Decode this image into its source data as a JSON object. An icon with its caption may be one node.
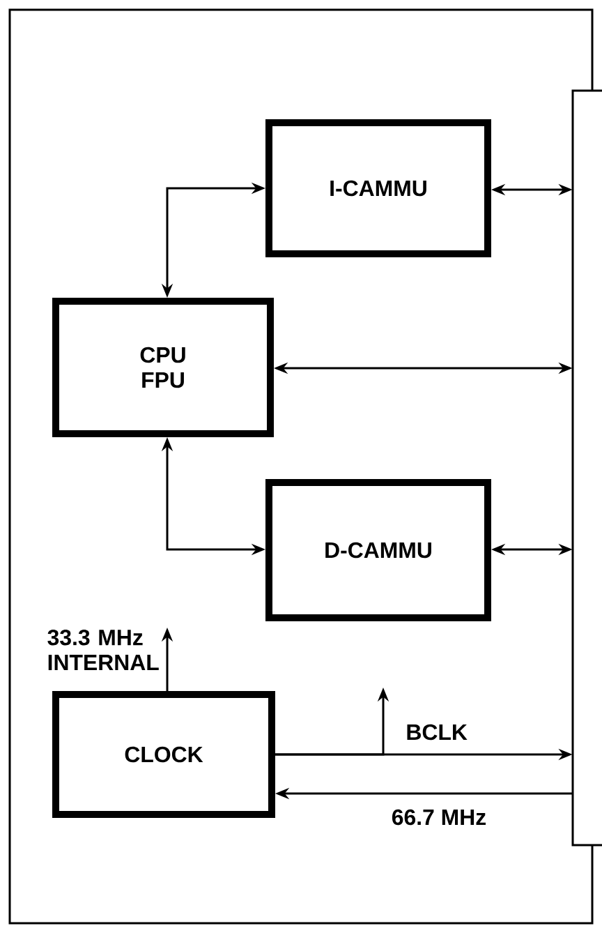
{
  "diagram": {
    "nodes": [
      {
        "text": [
          "I-CAMMU"
        ]
      },
      {
        "text": [
          "CPU FPU"
        ]
      },
      {
        "text": [
          "D-CAMMU"
        ]
      },
      {
        "text": [
          "CLOCK"
        ]
      },
      {
        "text": [],
        "shape": "bar"
      }
    ],
    "edges": [
      {
        "from": 1,
        "to": 0,
        "arrow": "both"
      },
      {
        "from": 0,
        "to": 4,
        "arrow": "both"
      },
      {
        "from": 1,
        "to": 4,
        "arrow": "both"
      },
      {
        "from": 1,
        "to": 2,
        "arrow": "both"
      },
      {
        "from": 2,
        "to": 4,
        "arrow": "both"
      },
      {
        "from": 3,
        "to": null,
        "arrow": "to",
        "label": "33.3 MHz INTERNAL"
      },
      {
        "from": 3,
        "to": 4,
        "arrow": "to"
      },
      {
        "from": 3,
        "to": null,
        "arrow": "to",
        "label": "BCLK"
      },
      {
        "from": 4,
        "to": 3,
        "arrow": "to",
        "label": "66.7 MHz"
      }
    ]
  }
}
